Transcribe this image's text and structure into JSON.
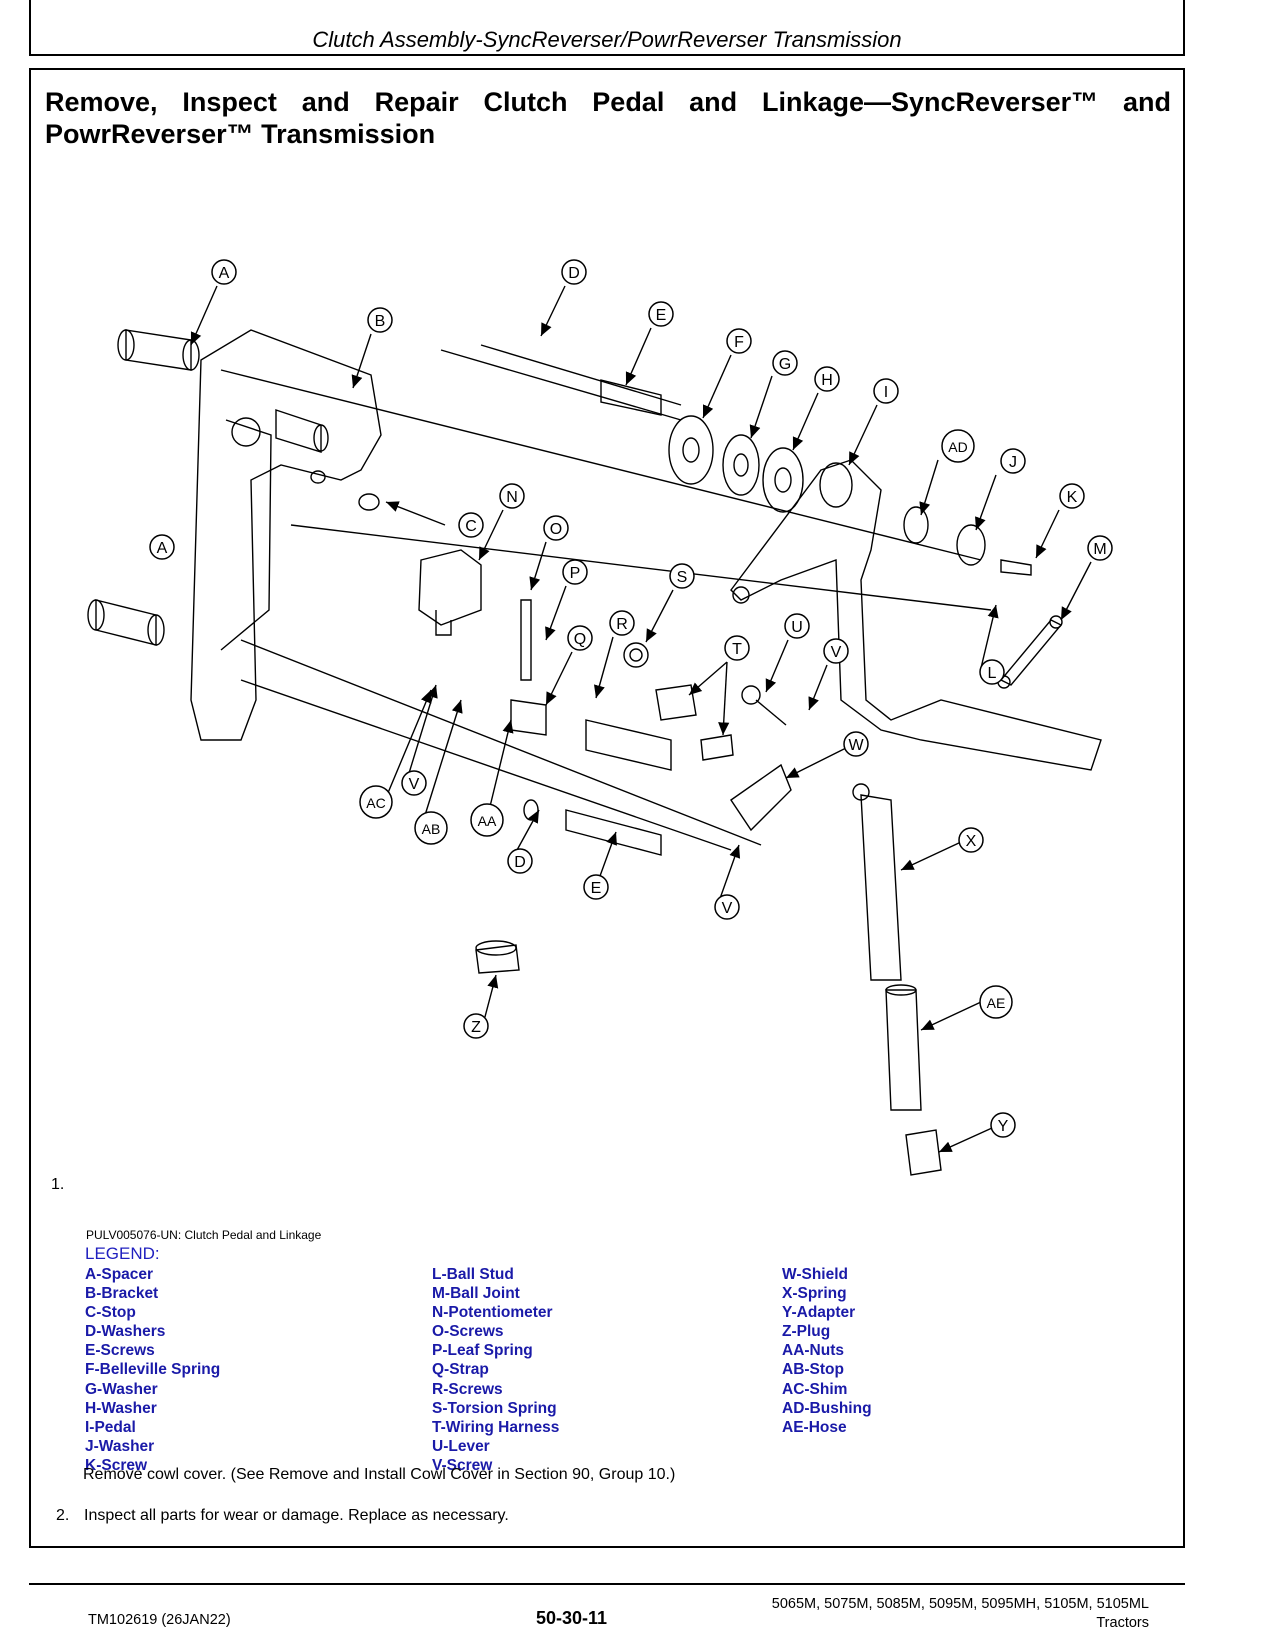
{
  "header": {
    "section_title": "Clutch Assembly-SyncReverser/PowrReverser Transmission"
  },
  "page_title": "Remove, Inspect and Repair Clutch Pedal and Linkage—SyncReverser™ and PowrReverser™ Transmission",
  "figure": {
    "callouts": {
      "A1": "A",
      "A2": "A",
      "B": "B",
      "C": "C",
      "D1": "D",
      "D2": "D",
      "E1": "E",
      "E2": "E",
      "F": "F",
      "G": "G",
      "H": "H",
      "I": "I",
      "AD": "AD",
      "J": "J",
      "K": "K",
      "M": "M",
      "L": "L",
      "N": "N",
      "O": "O",
      "P": "P",
      "Q": "Q",
      "R": "R",
      "S": "S",
      "T": "T",
      "U": "U",
      "V1": "V",
      "V2": "V",
      "V3": "V",
      "W": "W",
      "X": "X",
      "AC": "AC",
      "AB": "AB",
      "AA": "AA",
      "Z": "Z",
      "AE": "AE",
      "Y": "Y"
    },
    "step_number": "1.",
    "caption": "PULV005076-UN: Clutch Pedal and Linkage"
  },
  "legend": {
    "title": "LEGEND:",
    "col1": [
      "A-Spacer",
      "B-Bracket",
      "C-Stop",
      "D-Washers",
      "E-Screws",
      "F-Belleville Spring",
      "G-Washer",
      "H-Washer",
      "I-Pedal",
      "J-Washer",
      "K-Screw"
    ],
    "col2": [
      "L-Ball Stud",
      "M-Ball Joint",
      "N-Potentiometer",
      "O-Screws",
      "P-Leaf Spring",
      "Q-Strap",
      "R-Screws",
      "S-Torsion Spring",
      "T-Wiring Harness",
      "U-Lever",
      "V-Screw"
    ],
    "col3": [
      "W-Shield",
      "X-Spring",
      "Y-Adapter",
      "Z-Plug",
      "AA-Nuts",
      "AB-Stop",
      "AC-Shim",
      "AD-Bushing",
      "AE-Hose"
    ]
  },
  "steps": {
    "step1_text": "Remove cowl cover. (See Remove and Install Cowl Cover in Section 90, Group 10.)",
    "step2_num": "2.",
    "step2_text": "Inspect all parts for wear or damage. Replace as necessary."
  },
  "footer": {
    "doc_id": "TM102619 (26JAN22)",
    "page_number": "50-30-11",
    "models": "5065M, 5075M, 5085M, 5095M, 5095MH, 5105M, 5105ML",
    "product": "Tractors"
  }
}
